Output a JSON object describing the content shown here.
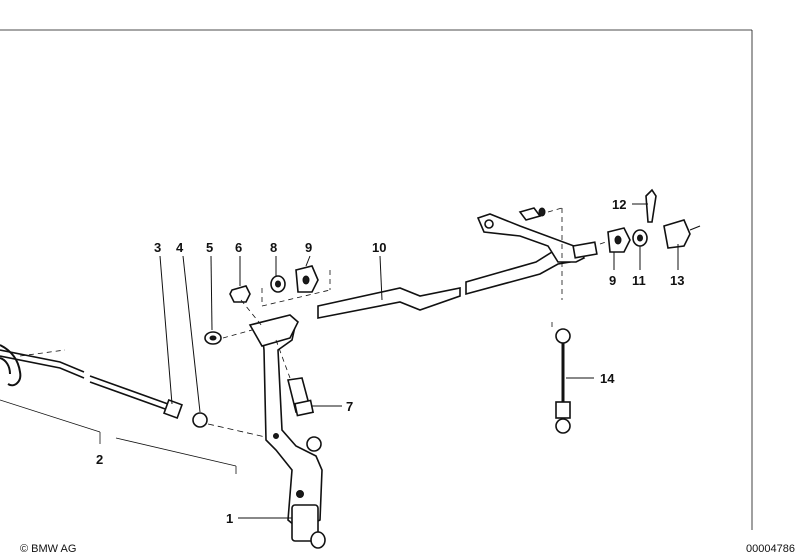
{
  "diagram": {
    "callouts": [
      {
        "id": "1",
        "label": "1"
      },
      {
        "id": "2",
        "label": "2"
      },
      {
        "id": "3",
        "label": "3"
      },
      {
        "id": "4",
        "label": "4"
      },
      {
        "id": "5",
        "label": "5"
      },
      {
        "id": "6",
        "label": "6"
      },
      {
        "id": "7",
        "label": "7"
      },
      {
        "id": "8",
        "label": "8"
      },
      {
        "id": "9a",
        "label": "9"
      },
      {
        "id": "9b",
        "label": "9"
      },
      {
        "id": "10",
        "label": "10"
      },
      {
        "id": "11",
        "label": "11"
      },
      {
        "id": "12",
        "label": "12"
      },
      {
        "id": "13",
        "label": "13"
      },
      {
        "id": "14",
        "label": "14"
      }
    ]
  },
  "footer": {
    "copyright": "© BMW AG",
    "image_number": "00004786"
  }
}
